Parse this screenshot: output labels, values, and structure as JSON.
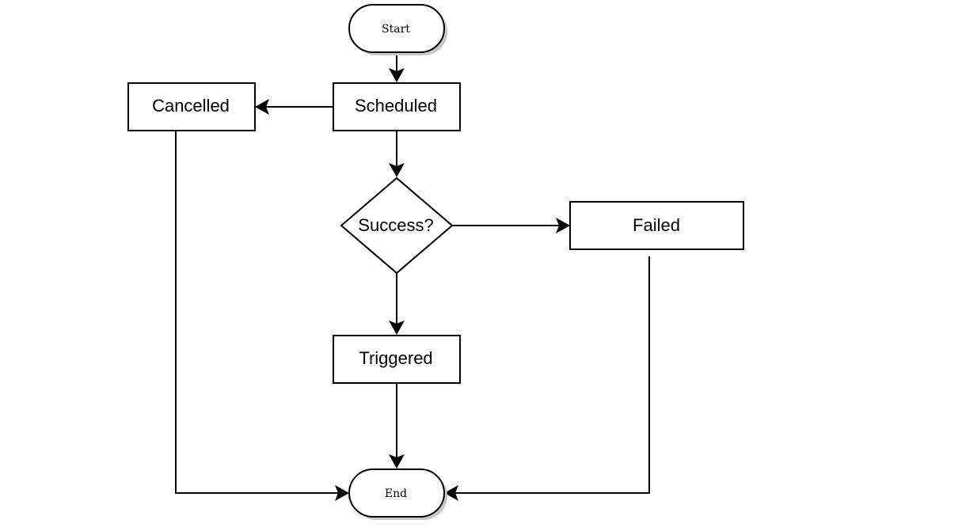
{
  "nodes": {
    "start": {
      "label": "Start",
      "shape": "terminal"
    },
    "scheduled": {
      "label": "Scheduled",
      "shape": "process"
    },
    "cancelled": {
      "label": "Cancelled",
      "shape": "process"
    },
    "success": {
      "label": "Success?",
      "shape": "decision"
    },
    "failed": {
      "label": "Failed",
      "shape": "process"
    },
    "triggered": {
      "label": "Triggered",
      "shape": "process"
    },
    "end": {
      "label": "End",
      "shape": "terminal"
    }
  },
  "edges": [
    {
      "from": "start",
      "to": "scheduled"
    },
    {
      "from": "scheduled",
      "to": "cancelled"
    },
    {
      "from": "scheduled",
      "to": "success"
    },
    {
      "from": "success",
      "to": "failed"
    },
    {
      "from": "success",
      "to": "triggered"
    },
    {
      "from": "triggered",
      "to": "end"
    },
    {
      "from": "cancelled",
      "to": "end"
    },
    {
      "from": "failed",
      "to": "end"
    }
  ],
  "colors": {
    "stroke": "#000000",
    "fill": "#ffffff",
    "shadow": "#c8c8c8"
  }
}
